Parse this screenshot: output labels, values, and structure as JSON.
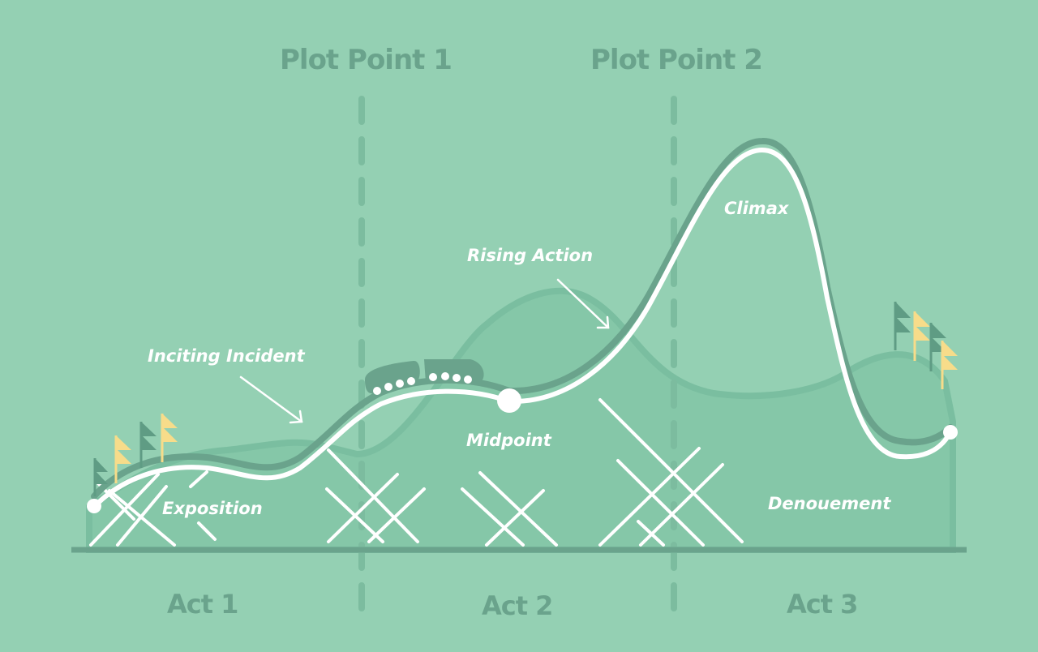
{
  "colors": {
    "background": "#94d0b3",
    "hill_fill": "#85c7a8",
    "hill_edge": "#7abea0",
    "ground": "#6aa38c",
    "track_shadow": "#6aa38c",
    "track": "#ffffff",
    "dashed_divider": "#7cbc9f",
    "flag_dark": "#5f9c84",
    "flag_yellow": "#f7dc8a",
    "label_muted": "#6aa38c",
    "label_white": "#ffffff"
  },
  "headers": {
    "plot_point_1": "Plot Point 1",
    "plot_point_2": "Plot Point 2"
  },
  "acts": [
    "Act 1",
    "Act 2",
    "Act 3"
  ],
  "annotations": {
    "inciting_incident": "Inciting Incident",
    "exposition": "Exposition",
    "rising_action": "Rising Action",
    "midpoint": "Midpoint",
    "climax": "Climax",
    "denouement": "Denouement"
  },
  "icons": {
    "flags_left": "flag-icon",
    "flags_right": "flag-icon",
    "coaster_car": "roller-coaster-car-icon",
    "arrows": "arrow-down-right-icon"
  }
}
